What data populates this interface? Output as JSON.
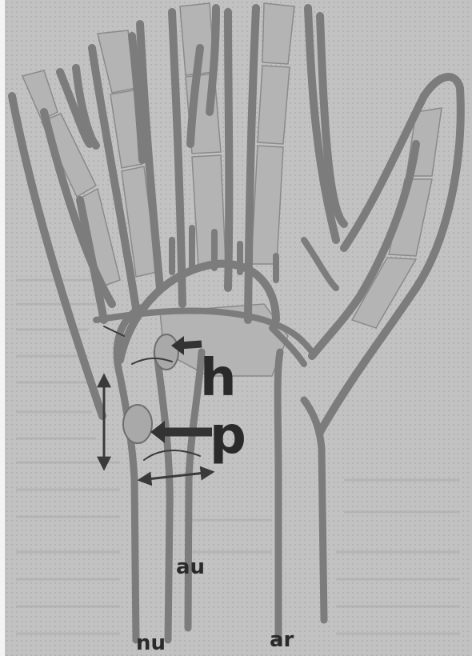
{
  "labels": {
    "h": "h",
    "p": "p",
    "au": "au",
    "nu": "nu",
    "ar": "ar"
  },
  "colors": {
    "page": "#bdbdbd",
    "vessel": "#7c7c7c",
    "bone": "#b4b4b4",
    "text": "#2a2a2a"
  }
}
